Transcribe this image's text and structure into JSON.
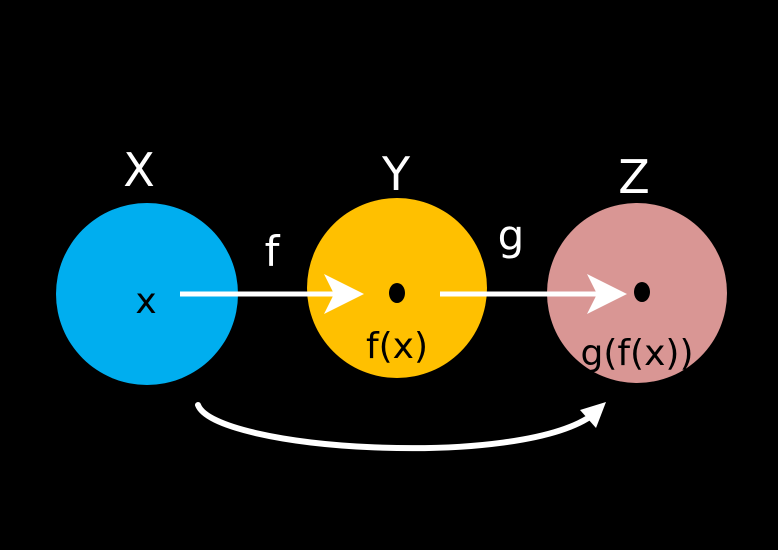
{
  "sets": [
    {
      "name": "X",
      "element_label": "x",
      "color": "#00AEEF"
    },
    {
      "name": "Y",
      "element_label": "f(x)",
      "color": "#FFC000"
    },
    {
      "name": "Z",
      "element_label": "g(f(x))",
      "color": "#D99694"
    }
  ],
  "functions": {
    "f": "f",
    "g": "g"
  },
  "arrow_color": "#FFFFFF",
  "background": "#000000"
}
